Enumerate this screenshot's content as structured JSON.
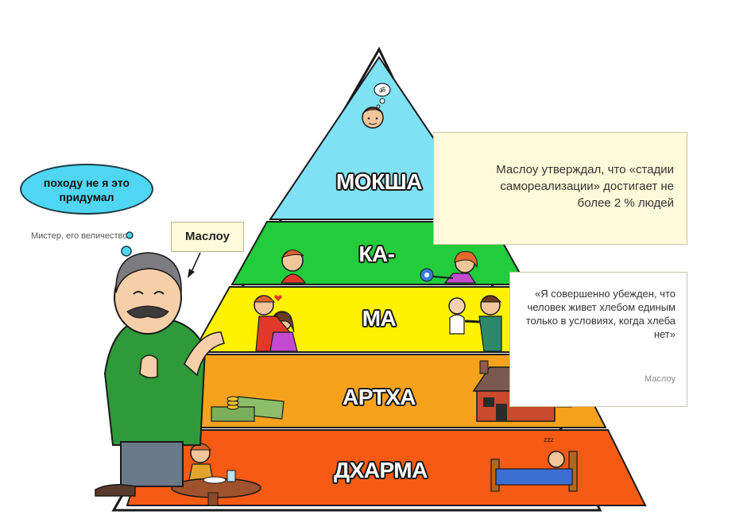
{
  "pyramid": {
    "tiers": [
      {
        "label": "МОКША",
        "color": "#7ee2f4"
      },
      {
        "label": "КА-",
        "color": "#22cc3a"
      },
      {
        "label": "МА",
        "color": "#fff200"
      },
      {
        "label": "АРТХА",
        "color": "#f7a21c"
      },
      {
        "label": "ДХАРМА",
        "color": "#f65a13"
      }
    ]
  },
  "callout_top": {
    "text": "Маслоу утверждал, что «стадии самореализации» достигает не более 2 % людей"
  },
  "callout_quote": {
    "text": "«Я совершенно убежден, что человек живет хлебом единым только в условиях, когда хлеба нет»",
    "author": "Маслоу"
  },
  "speech_bubble": {
    "text": "походу не я это придумал"
  },
  "caption": {
    "text": "Мистер, его величество"
  },
  "name_tag": {
    "text": "Маслоу"
  },
  "colors": {
    "outline": "#1a1a1a",
    "note_fill": "#fdfbd9",
    "bubble_fill": "#4fd6f3"
  }
}
